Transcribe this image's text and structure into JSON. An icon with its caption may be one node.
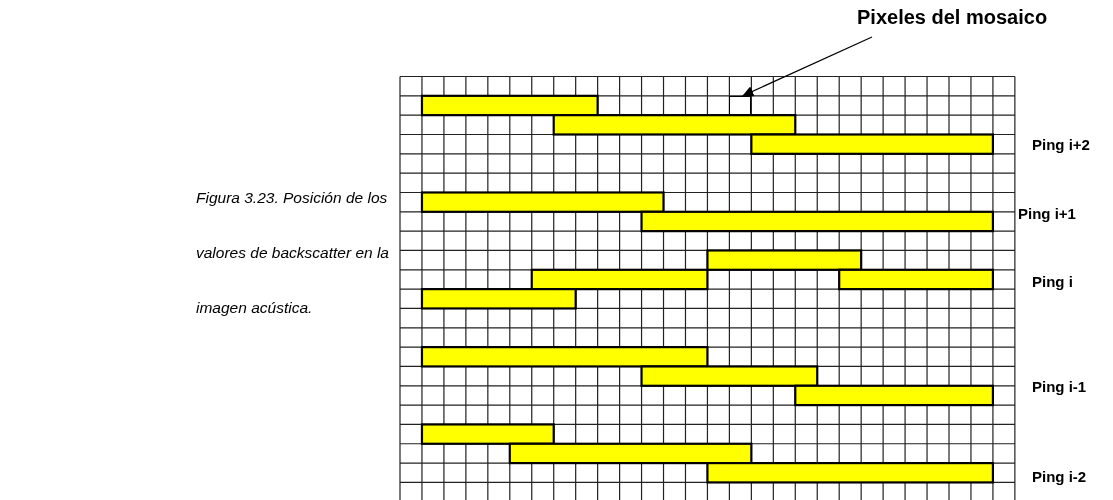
{
  "diagram": {
    "caption": "Figura 3.23. Posición de los valores de backscatter en la imagen acústica.",
    "nodes": [
      {
        "text": [
          "Pixeles del mosaico"
        ]
      },
      {
        "text": [],
        "shape": "box"
      }
    ],
    "edges": [
      {
        "from": 0,
        "to": 1,
        "arrow": "to"
      }
    ],
    "labels": [
      "Ping i+2",
      "Ping i+1",
      "Ping i",
      "Ping i-1",
      "Ping i-2"
    ]
  }
}
